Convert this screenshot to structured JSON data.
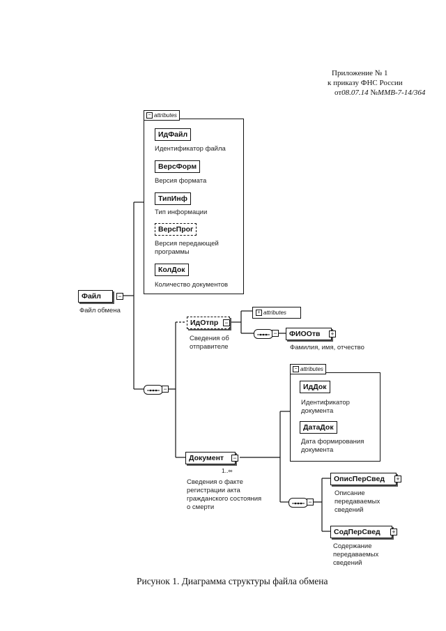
{
  "header": {
    "line1": "Приложение № 1",
    "line2": "к приказу ФНС России",
    "line3_prefix": "от",
    "line3_date": "08.07.14",
    "line3_no": "№",
    "line3_num": "ММВ-7-14/364"
  },
  "attributes_label": "attributes",
  "root": {
    "label": "Файл",
    "desc": "Файл обмена"
  },
  "file_attrs": [
    {
      "label": "ИдФайл",
      "desc": "Идентификатор файла"
    },
    {
      "label": "ВерсФорм",
      "desc": "Версия формата"
    },
    {
      "label": "ТипИнф",
      "desc": "Тип информации"
    },
    {
      "label": "ВерсПрог",
      "desc_line1": "Версия передающей",
      "desc_line2": "программы"
    },
    {
      "label": "КолДок",
      "desc": "Количество документов"
    }
  ],
  "sender": {
    "label": "ИдОтпр",
    "desc_line1": "Сведения об",
    "desc_line2": "отправителе"
  },
  "fio": {
    "label": "ФИООтв",
    "desc": "Фамилия, имя, отчество"
  },
  "document": {
    "label": "Документ",
    "mult": "1..∞",
    "desc_line1": "Сведения о факте",
    "desc_line2": "регистрации акта",
    "desc_line3": "гражданского состояния",
    "desc_line4": "о смерти"
  },
  "doc_attrs": [
    {
      "label": "ИдДок",
      "desc_line1": "Идентификатор",
      "desc_line2": "документа"
    },
    {
      "label": "ДатаДок",
      "desc_line1": "Дата формирования",
      "desc_line2": "документа"
    }
  ],
  "opis": {
    "label": "ОписПерСвед",
    "desc_line1": "Описание",
    "desc_line2": "передаваемых",
    "desc_line3": "сведений"
  },
  "sod": {
    "label": "СодПерСвед",
    "desc_line1": "Содержание",
    "desc_line2": "передаваемых",
    "desc_line3": "сведений"
  },
  "caption": "Рисунок 1. Диаграмма структуры файла обмена",
  "colors": {
    "ink": "#111111",
    "paper": "#ffffff"
  }
}
